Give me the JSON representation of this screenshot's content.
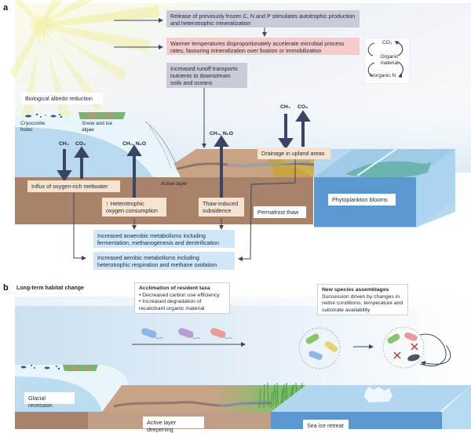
{
  "panel_a": {
    "letter": "a",
    "boxes": {
      "release": "Release of previously frozen C, N and P stimulates autotrophic production and heterotrophic mineralization",
      "warmer": "Warmer temperatures disproportionately accelerate microbial process rates, favouring mineralization over fixation or immobilization",
      "runoff": "Increased runoff transports nutrients to downstream soils and oceans",
      "albedo": "Biological albedo reduction",
      "influx": "Influx of oxygen-rich meltwater",
      "heterotrophic": "↑ Heterotrophic oxygen consumption",
      "subsidence": "Thaw-induced subsidence",
      "drainage": "Drainage in upland areas",
      "permafrost": "Permafrost thaw",
      "phytoplankton": "Phytoplankton blooms",
      "anaerobic": "Increased anaerobic metabolisms including fermentation, methanogenesis and denitrification",
      "aerobic": "Increased aerobic metabolisms including heterotrophic respiration and methane oxidation"
    },
    "cycle": {
      "co2": "CO₂",
      "organic": "Organic material",
      "inorganic": "Inorganic N"
    },
    "labels": {
      "cryoconite": "Cryoconite holes",
      "snow_algae": "Snow and ice algae",
      "active_layer": "Active layer"
    },
    "gases": {
      "g1_ch4": "CH₄",
      "g1_co2": "CO₂",
      "g2": "CH₄, N₂O",
      "g3": "CH₄, N₂O",
      "g4_ch4": "CH₄",
      "g4_co2": "CO₂"
    }
  },
  "panel_b": {
    "letter": "b",
    "title": "Long-term habitat change",
    "acclimation": {
      "title": "Acclimation of resident taxa",
      "bullets": [
        "• Decreased carbon use efficiency",
        "• Increased degradation of recalcitrant organic material"
      ]
    },
    "assemblages": {
      "title": "New species assemblages",
      "text": "Succession driven by changes in redox conditions, temperature and substrate availability"
    },
    "labels": {
      "glacial": "Glacial recession",
      "active_layer": "Active layer deepening",
      "sea_ice": "Sea ice retreat"
    }
  },
  "colors": {
    "soil_dark": "#a9826a",
    "soil_light": "#c9a386",
    "ocean": "#5b97d0",
    "ice": "#e8f5fb",
    "arrow": "#3a4563"
  }
}
